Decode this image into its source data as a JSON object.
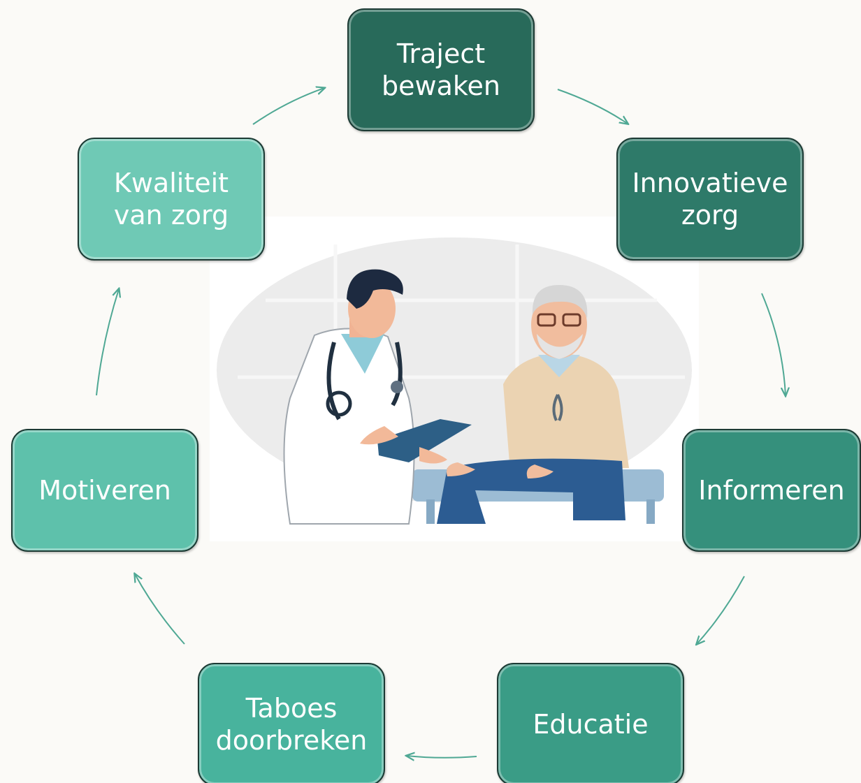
{
  "diagram": {
    "nodes": [
      {
        "id": "traject-bewaken",
        "label": "Traject\nbewaken",
        "color": "#286a5a"
      },
      {
        "id": "innovatieve-zorg",
        "label": "Innovatieve\nzorg",
        "color": "#2e7a69"
      },
      {
        "id": "informeren",
        "label": "Informeren",
        "color": "#35907c"
      },
      {
        "id": "educatie",
        "label": "Educatie",
        "color": "#3a9c86"
      },
      {
        "id": "taboes-doorbreken",
        "label": "Taboes\ndoorbreken",
        "color": "#48b39d"
      },
      {
        "id": "motiveren",
        "label": "Motiveren",
        "color": "#5ec1ab"
      },
      {
        "id": "kwaliteit-van-zorg",
        "label": "Kwaliteit\nvan zorg",
        "color": "#6fc9b5"
      }
    ],
    "cycle_direction": "clockwise",
    "arrow_color": "#4fa894",
    "illustration": "doctor-patient-illustration"
  }
}
